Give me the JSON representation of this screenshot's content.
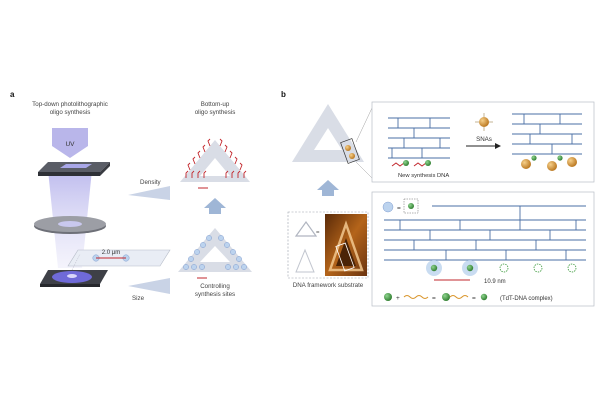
{
  "panels": {
    "a": {
      "label": "a",
      "left_title": [
        "Top-down photolithographic",
        "oligo synthesis"
      ],
      "right_title": [
        "Bottom-up",
        "oligo synthesis"
      ],
      "uv_label": "UV",
      "density_label": "Density",
      "size_label": "Size",
      "scale_label": "2.0 μm",
      "controlling_label": [
        "Controlling",
        "synthesis sites"
      ]
    },
    "b": {
      "label": "b",
      "new_dna_label": "New synthesis DNA",
      "snas_label": "SNAs",
      "equals_sign": "=",
      "framework_label": "DNA framework substrate",
      "distance_label": "10.9 nm",
      "plus_sign": "+",
      "complex_label": "(TdT-DNA complex)"
    }
  },
  "colors": {
    "triangle_fill": "#d9dde6",
    "box_border": "#b9bec7",
    "dna_strand": "#4a6fa5",
    "red_strand": "#c2272d",
    "green_sphere": "#3c9a3c",
    "gold_sphere": "#d9952b",
    "blue_site": "#bcd3ee",
    "arrow_up": "#9fb6d6",
    "stage_dark": "#4a4d55",
    "beam": "#c9c8ee"
  }
}
